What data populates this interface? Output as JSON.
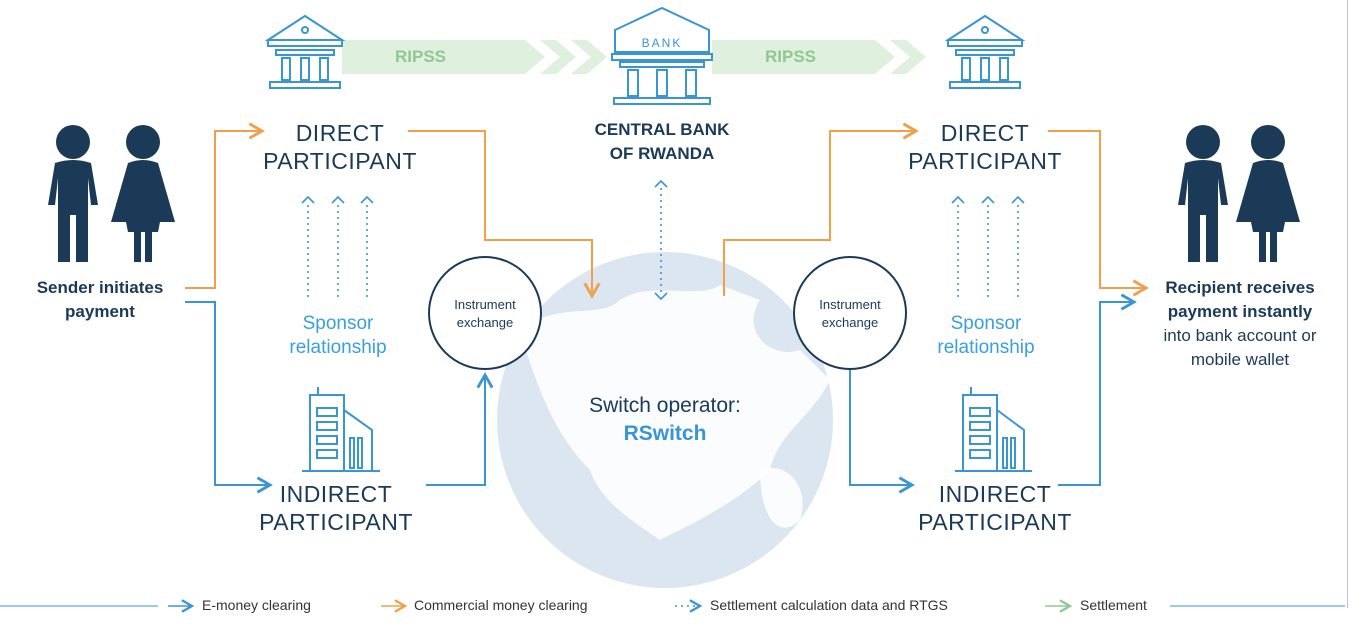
{
  "ripss_left": "RIPSS",
  "ripss_right": "RIPSS",
  "bank_sign": "BANK",
  "central_bank": {
    "line1": "CENTRAL BANK",
    "line2": "OF RWANDA"
  },
  "left": {
    "direct": {
      "line1": "DIRECT",
      "line2": "PARTICIPANT"
    },
    "indirect": {
      "line1": "INDIRECT",
      "line2": "PARTICIPANT"
    },
    "sponsor": {
      "line1": "Sponsor",
      "line2": "relationship"
    },
    "instrument": {
      "line1": "Instrument",
      "line2": "exchange"
    }
  },
  "right": {
    "direct": {
      "line1": "DIRECT",
      "line2": "PARTICIPANT"
    },
    "indirect": {
      "line1": "INDIRECT",
      "line2": "PARTICIPANT"
    },
    "sponsor": {
      "line1": "Sponsor",
      "line2": "relationship"
    },
    "instrument": {
      "line1": "Instrument",
      "line2": "exchange"
    }
  },
  "sender": {
    "line1": "Sender initiates",
    "line2": "payment"
  },
  "recipient": {
    "line1": "Recipient receives",
    "line2": "payment instantly",
    "line3": "into bank account or",
    "line4": "mobile wallet"
  },
  "switch": {
    "line1": "Switch operator:",
    "line2": "RSwitch"
  },
  "legend": {
    "emoney": "E-money clearing",
    "commercial": "Commercial money clearing",
    "settlement_data": "Settlement calculation data and RTGS",
    "settlement": "Settlement"
  },
  "colors": {
    "navy": "#1b3a57",
    "blue": "#3a95d3",
    "orange": "#f0a04b",
    "green": "#8fc98f",
    "globe": "#dbe6f1"
  }
}
